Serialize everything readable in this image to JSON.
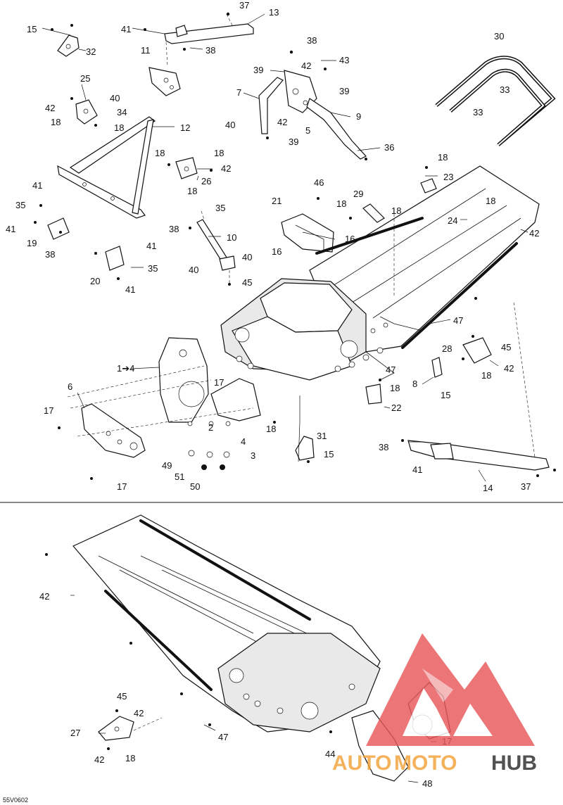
{
  "diagram": {
    "drawing_code": "55V0602",
    "watermark": {
      "word_part1": "AUTO",
      "word_part2": "MOTO",
      "word_part3": "HUB",
      "color_red": "#e8585a",
      "color_orange": "#f4a23a",
      "color_dark": "#2b2b2b"
    },
    "callouts": [
      {
        "id": "c37a",
        "text": "37"
      },
      {
        "id": "c13",
        "text": "13"
      },
      {
        "id": "c15a",
        "text": "15"
      },
      {
        "id": "c41a",
        "text": "41"
      },
      {
        "id": "c32",
        "text": "32"
      },
      {
        "id": "c38a",
        "text": "38"
      },
      {
        "id": "c11",
        "text": "11"
      },
      {
        "id": "c38b",
        "text": "38"
      },
      {
        "id": "c43",
        "text": "43"
      },
      {
        "id": "c39a",
        "text": "39"
      },
      {
        "id": "c42a",
        "text": "42"
      },
      {
        "id": "c30",
        "text": "30"
      },
      {
        "id": "c7",
        "text": "7"
      },
      {
        "id": "c39b",
        "text": "39"
      },
      {
        "id": "c33a",
        "text": "33"
      },
      {
        "id": "c33b",
        "text": "33"
      },
      {
        "id": "c25",
        "text": "25"
      },
      {
        "id": "c40a",
        "text": "40"
      },
      {
        "id": "c42b",
        "text": "42"
      },
      {
        "id": "c34",
        "text": "34"
      },
      {
        "id": "c18a",
        "text": "18"
      },
      {
        "id": "c18b",
        "text": "18"
      },
      {
        "id": "c12",
        "text": "12"
      },
      {
        "id": "c40b",
        "text": "40"
      },
      {
        "id": "c42c",
        "text": "42"
      },
      {
        "id": "c5",
        "text": "5"
      },
      {
        "id": "c39c",
        "text": "39"
      },
      {
        "id": "c9",
        "text": "9"
      },
      {
        "id": "c36",
        "text": "36"
      },
      {
        "id": "c18c",
        "text": "18"
      },
      {
        "id": "c18d",
        "text": "18"
      },
      {
        "id": "c42d",
        "text": "42"
      },
      {
        "id": "c26",
        "text": "26"
      },
      {
        "id": "c18e",
        "text": "18"
      },
      {
        "id": "c18f",
        "text": "18"
      },
      {
        "id": "c23",
        "text": "23"
      },
      {
        "id": "c41b",
        "text": "41"
      },
      {
        "id": "c46",
        "text": "46"
      },
      {
        "id": "c29",
        "text": "29"
      },
      {
        "id": "c21",
        "text": "21"
      },
      {
        "id": "c18g",
        "text": "18"
      },
      {
        "id": "c18h",
        "text": "18"
      },
      {
        "id": "c35a",
        "text": "35"
      },
      {
        "id": "c35b",
        "text": "35"
      },
      {
        "id": "c18i",
        "text": "18"
      },
      {
        "id": "c41c",
        "text": "41"
      },
      {
        "id": "c19",
        "text": "19"
      },
      {
        "id": "c38c",
        "text": "38"
      },
      {
        "id": "c10",
        "text": "10"
      },
      {
        "id": "c16a",
        "text": "16"
      },
      {
        "id": "c24",
        "text": "24"
      },
      {
        "id": "c42e",
        "text": "42"
      },
      {
        "id": "c16b",
        "text": "16"
      },
      {
        "id": "c38d",
        "text": "38"
      },
      {
        "id": "c41d",
        "text": "41"
      },
      {
        "id": "c40c",
        "text": "40"
      },
      {
        "id": "c40d",
        "text": "40"
      },
      {
        "id": "c35c",
        "text": "35"
      },
      {
        "id": "c20",
        "text": "20"
      },
      {
        "id": "c41e",
        "text": "41"
      },
      {
        "id": "c45a",
        "text": "45"
      },
      {
        "id": "c47a",
        "text": "47"
      },
      {
        "id": "c45b",
        "text": "45"
      },
      {
        "id": "c28",
        "text": "28"
      },
      {
        "id": "c42f",
        "text": "42"
      },
      {
        "id": "c18j",
        "text": "18"
      },
      {
        "id": "c1to4",
        "text": "1➔4"
      },
      {
        "id": "c47b",
        "text": "47"
      },
      {
        "id": "c6",
        "text": "6"
      },
      {
        "id": "c17a",
        "text": "17"
      },
      {
        "id": "c8",
        "text": "8"
      },
      {
        "id": "c18k",
        "text": "18"
      },
      {
        "id": "c15b",
        "text": "15"
      },
      {
        "id": "c22",
        "text": "22"
      },
      {
        "id": "c17b",
        "text": "17"
      },
      {
        "id": "c18l",
        "text": "18"
      },
      {
        "id": "c2",
        "text": "2"
      },
      {
        "id": "c4",
        "text": "4"
      },
      {
        "id": "c3",
        "text": "3"
      },
      {
        "id": "c31",
        "text": "31"
      },
      {
        "id": "c15c",
        "text": "15"
      },
      {
        "id": "c38e",
        "text": "38"
      },
      {
        "id": "c49",
        "text": "49"
      },
      {
        "id": "c51",
        "text": "51"
      },
      {
        "id": "c50",
        "text": "50"
      },
      {
        "id": "c17c",
        "text": "17"
      },
      {
        "id": "c41f",
        "text": "41"
      },
      {
        "id": "c14",
        "text": "14"
      },
      {
        "id": "c37b",
        "text": "37"
      },
      {
        "id": "c42g",
        "text": "42"
      },
      {
        "id": "c45c",
        "text": "45"
      },
      {
        "id": "c27",
        "text": "27"
      },
      {
        "id": "c42h",
        "text": "42"
      },
      {
        "id": "c47c",
        "text": "47"
      },
      {
        "id": "c42i",
        "text": "42"
      },
      {
        "id": "c18m",
        "text": "18"
      },
      {
        "id": "c44",
        "text": "44"
      },
      {
        "id": "c17d",
        "text": "17"
      },
      {
        "id": "c48",
        "text": "48"
      }
    ]
  }
}
